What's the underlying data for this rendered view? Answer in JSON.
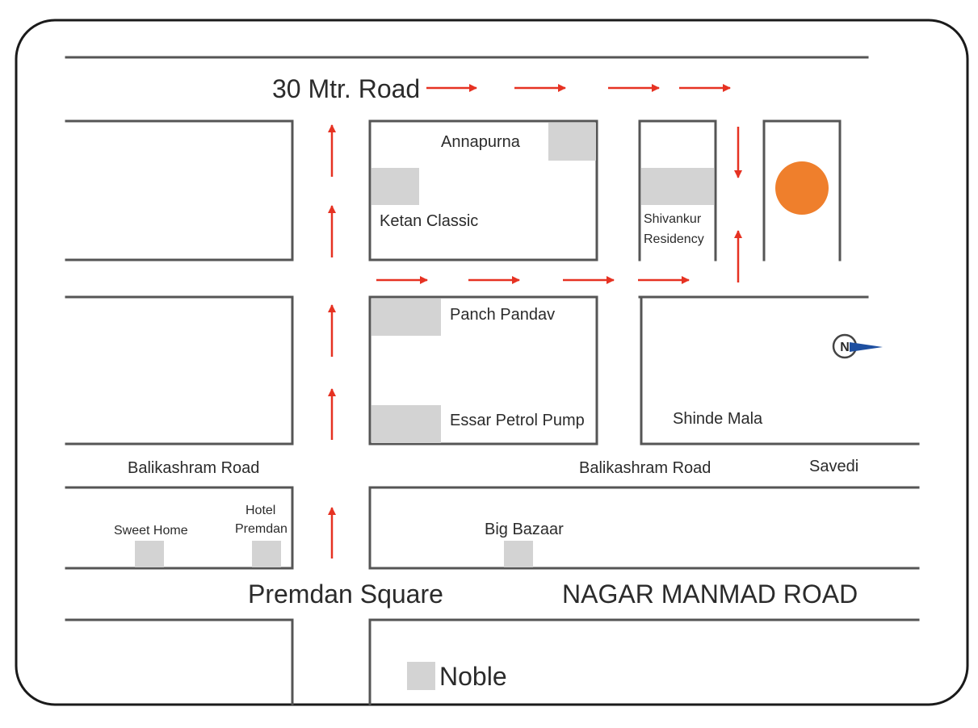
{
  "labels": {
    "road_30m": "30 Mtr. Road",
    "annapurna": "Annapurna",
    "ketan_classic": "Ketan Classic",
    "shivankur_line1": "Shivankur",
    "shivankur_line2": "Residency",
    "panch_pandav": "Panch Pandav",
    "essar": "Essar Petrol Pump",
    "shinde_mala": "Shinde Mala",
    "balikashram_left": "Balikashram Road",
    "balikashram_right": "Balikashram Road",
    "savedi": "Savedi",
    "sweet_home": "Sweet Home",
    "hotel_line1": "Hotel",
    "hotel_line2": "Premdan",
    "big_bazaar": "Big Bazaar",
    "premdan_square": "Premdan Square",
    "nagar_manmad": "NAGAR MANMAD ROAD",
    "noble": "Noble",
    "compass_letter": "N"
  },
  "colors": {
    "route_arrow": "#e63222",
    "destination_marker": "#ef7f2c",
    "building": "#d3d3d3",
    "road_edge": "#555555",
    "compass_needle": "#1e4fa0"
  },
  "icons": {
    "destination": "destination-marker-icon",
    "compass": "north-compass-icon",
    "route": "route-arrow-icon"
  }
}
